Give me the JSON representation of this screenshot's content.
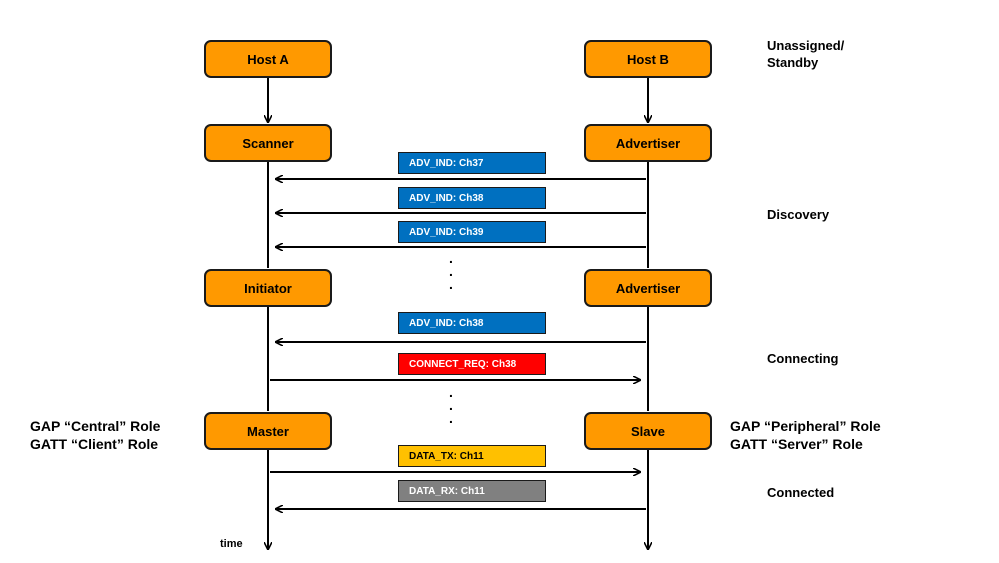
{
  "hosts": {
    "left": "Host A",
    "right": "Host B"
  },
  "stages": [
    {
      "left": "Scanner",
      "right": "Advertiser"
    },
    {
      "left": "Initiator",
      "right": "Advertiser"
    },
    {
      "left": "Master",
      "right": "Slave"
    }
  ],
  "messages": [
    {
      "label": "ADV_IND: Ch37",
      "direction": "right-to-left",
      "color": "#0070c0"
    },
    {
      "label": "ADV_IND: Ch38",
      "direction": "right-to-left",
      "color": "#0070c0"
    },
    {
      "label": "ADV_IND: Ch39",
      "direction": "right-to-left",
      "color": "#0070c0"
    },
    {
      "label": "ADV_IND: Ch38",
      "direction": "right-to-left",
      "color": "#0070c0"
    },
    {
      "label": "CONNECT_REQ: Ch38",
      "direction": "left-to-right",
      "color": "#ff0000"
    },
    {
      "label": "DATA_TX: Ch11",
      "direction": "left-to-right",
      "color": "#ffc000"
    },
    {
      "label": "DATA_RX: Ch11",
      "direction": "right-to-left",
      "color": "#808080"
    }
  ],
  "phases": [
    "Unassigned/\nStandby",
    "Discovery",
    "Connecting",
    "Connected"
  ],
  "roles": {
    "left": [
      "GAP “Central” Role",
      "GATT “Client” Role"
    ],
    "right": [
      "GAP “Peripheral” Role",
      "GATT “Server” Role"
    ]
  },
  "ellipsis": ".",
  "time_label": "time"
}
